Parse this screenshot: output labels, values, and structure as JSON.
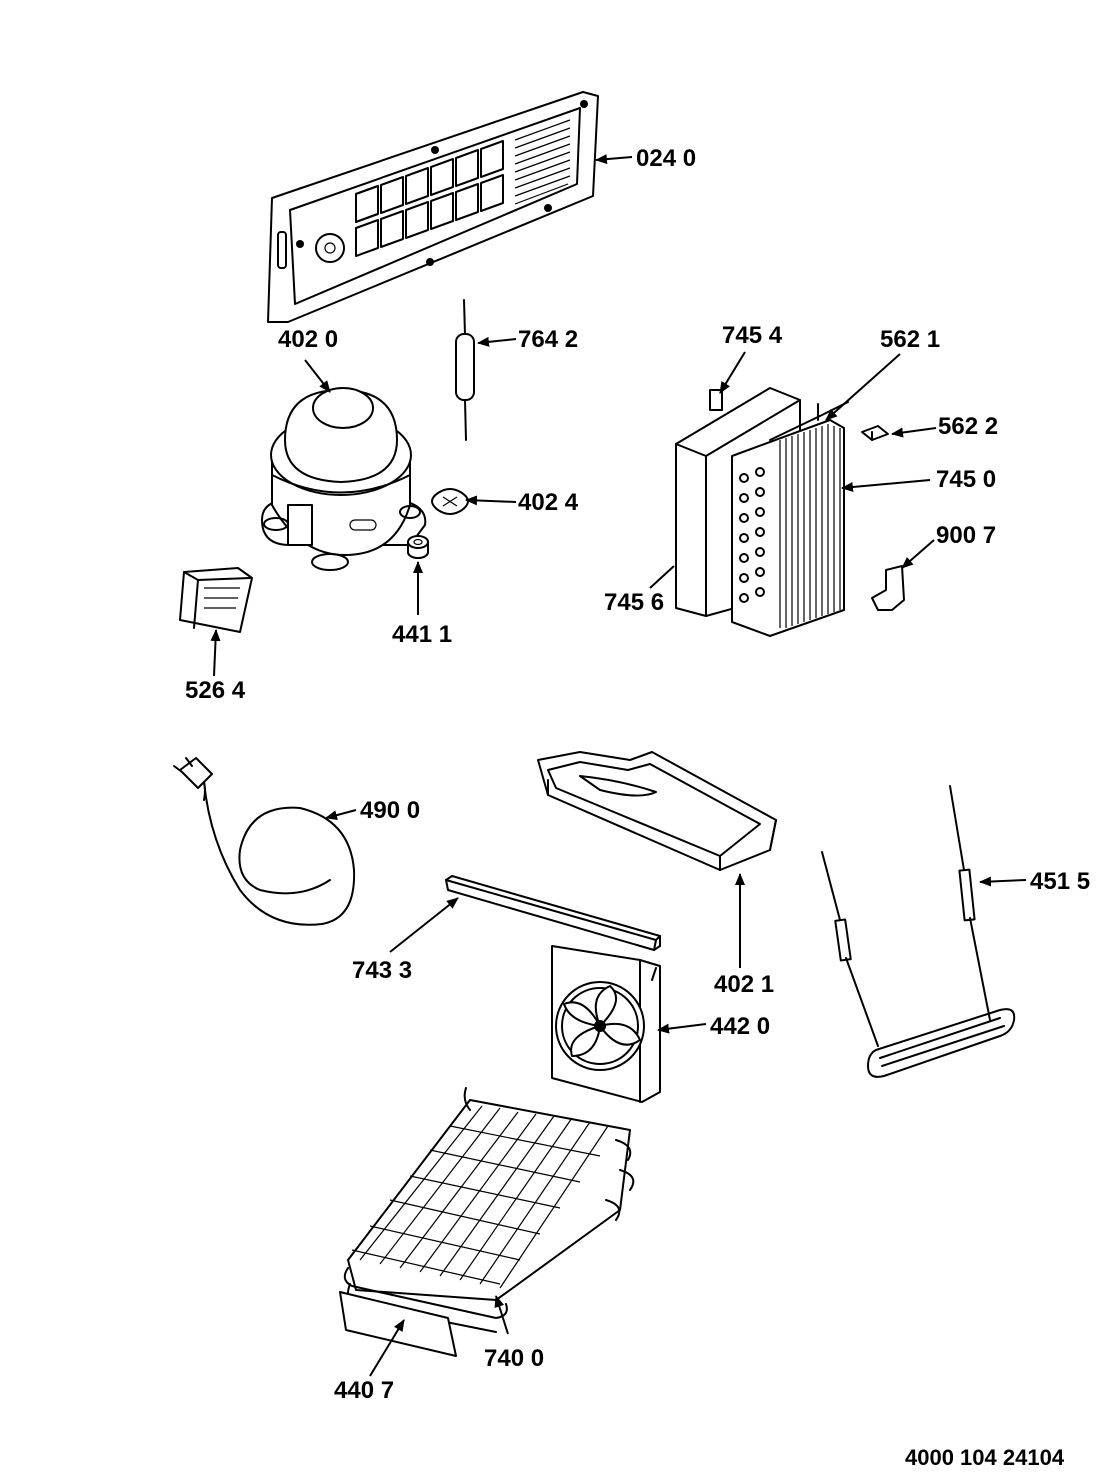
{
  "labels": {
    "p0240": "024 0",
    "p4020": "402 0",
    "p7642": "764 2",
    "p7454": "745 4",
    "p5621": "562 1",
    "p5622": "562 2",
    "p7450": "745 0",
    "p4024": "402 4",
    "p9007": "900 7",
    "p7456": "745 6",
    "p4411": "441 1",
    "p5264": "526 4",
    "p4900": "490 0",
    "p4515": "451 5",
    "p7433": "743 3",
    "p4021": "402 1",
    "p4420": "442 0",
    "p7400": "740 0",
    "p4407": "440 7"
  },
  "document_ref": "4000 104 24104"
}
